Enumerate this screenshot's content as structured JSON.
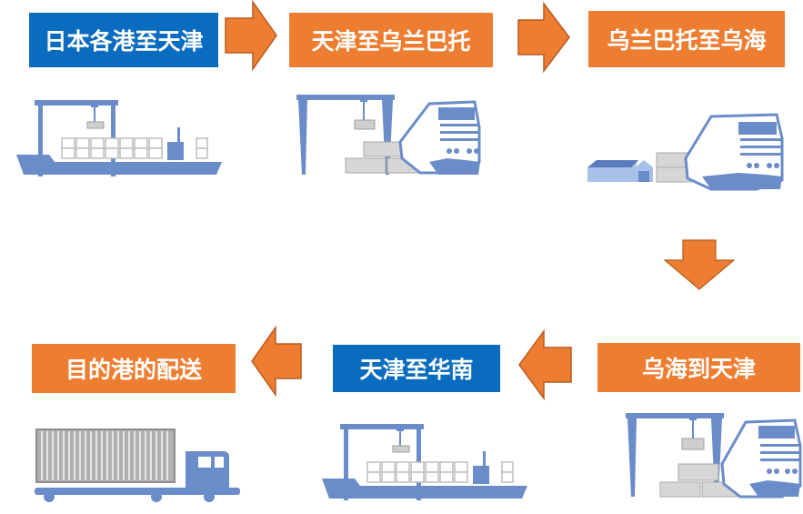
{
  "colors": {
    "label_blue": "#0a6cbf",
    "label_orange": "#ed7d31",
    "arrow": "#ed7d31",
    "arrow_outline": "#b85a1e",
    "illustration_blue": "#6a8cc8",
    "container_gray": "#bdbdbd"
  },
  "steps": [
    {
      "label": "日本各港至天津",
      "style": "blue",
      "illustration": "ship-with-gantry-crane"
    },
    {
      "label": "天津至乌兰巴托",
      "style": "orange",
      "illustration": "gantry-crane-containers-train"
    },
    {
      "label": "乌兰巴托至乌海",
      "style": "orange",
      "illustration": "warehouse-containers-train"
    },
    {
      "label": "乌海到天津",
      "style": "orange",
      "illustration": "gantry-crane-containers-train"
    },
    {
      "label": "天津至华南",
      "style": "blue",
      "illustration": "ship-with-gantry-crane"
    },
    {
      "label": "目的港的配送",
      "style": "orange",
      "illustration": "container-truck"
    }
  ],
  "arrows": [
    {
      "direction": "right",
      "from": 0,
      "to": 1
    },
    {
      "direction": "right",
      "from": 1,
      "to": 2
    },
    {
      "direction": "down",
      "from": 2,
      "to": 3
    },
    {
      "direction": "left",
      "from": 3,
      "to": 4
    },
    {
      "direction": "left",
      "from": 4,
      "to": 5
    }
  ]
}
